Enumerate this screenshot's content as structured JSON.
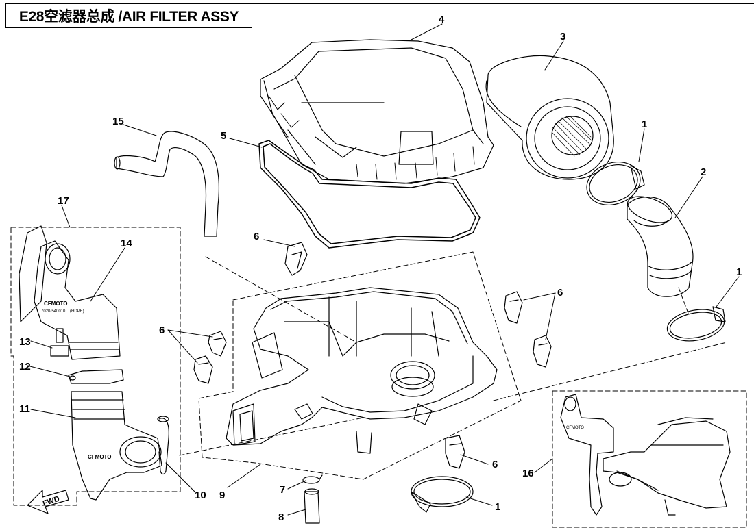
{
  "title": "E28空滤器总成 /AIR FILTER ASSY",
  "callouts": {
    "c1a": "1",
    "c1b": "1",
    "c1c": "1",
    "c2": "2",
    "c3": "3",
    "c4": "4",
    "c5": "5",
    "c6a": "6",
    "c6b": "6",
    "c6c": "6",
    "c6d": "6",
    "c7": "7",
    "c8": "8",
    "c9": "9",
    "c10": "10",
    "c11": "11",
    "c12": "12",
    "c13": "13",
    "c14": "14",
    "c15": "15",
    "c16": "16",
    "c17": "17"
  },
  "fwd_label": "FWD",
  "logos": {
    "brand": "CFMOTO",
    "brand2": "CFMOTO",
    "brand3": "CFMOTO",
    "part_no": "7020-540010",
    "material": "(HDPE)"
  }
}
